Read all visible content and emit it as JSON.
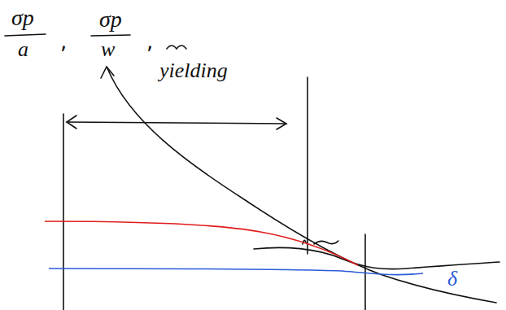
{
  "diagram": {
    "labels": [
      "σp",
      "a",
      ",",
      "σp",
      "w",
      ",",
      "yielding",
      "δ"
    ]
  }
}
